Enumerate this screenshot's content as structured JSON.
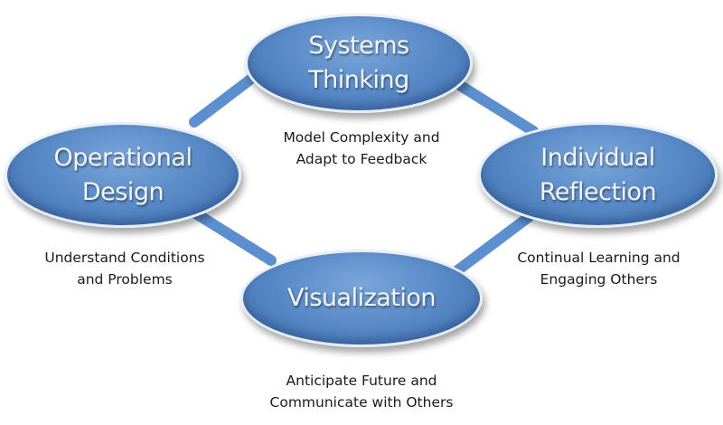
{
  "colors": {
    "node_fill": "#5a8cc9",
    "node_border": "#e8eef7",
    "connector": "#5b8fd0",
    "node_text": "#f4f7fc",
    "caption_text": "#1a1a1a"
  },
  "nodes": {
    "systems_thinking": {
      "label": "Systems\nThinking"
    },
    "operational_design": {
      "label": "Operational\nDesign"
    },
    "individual_reflection": {
      "label": "Individual\nReflection"
    },
    "visualization": {
      "label": "Visualization"
    }
  },
  "captions": {
    "systems_thinking": "Model Complexity and\nAdapt to Feedback",
    "operational_design": "Understand Conditions\nand Problems",
    "individual_reflection": "Continual Learning and\nEngaging Others",
    "visualization": "Anticipate Future and\nCommunicate with Others"
  }
}
